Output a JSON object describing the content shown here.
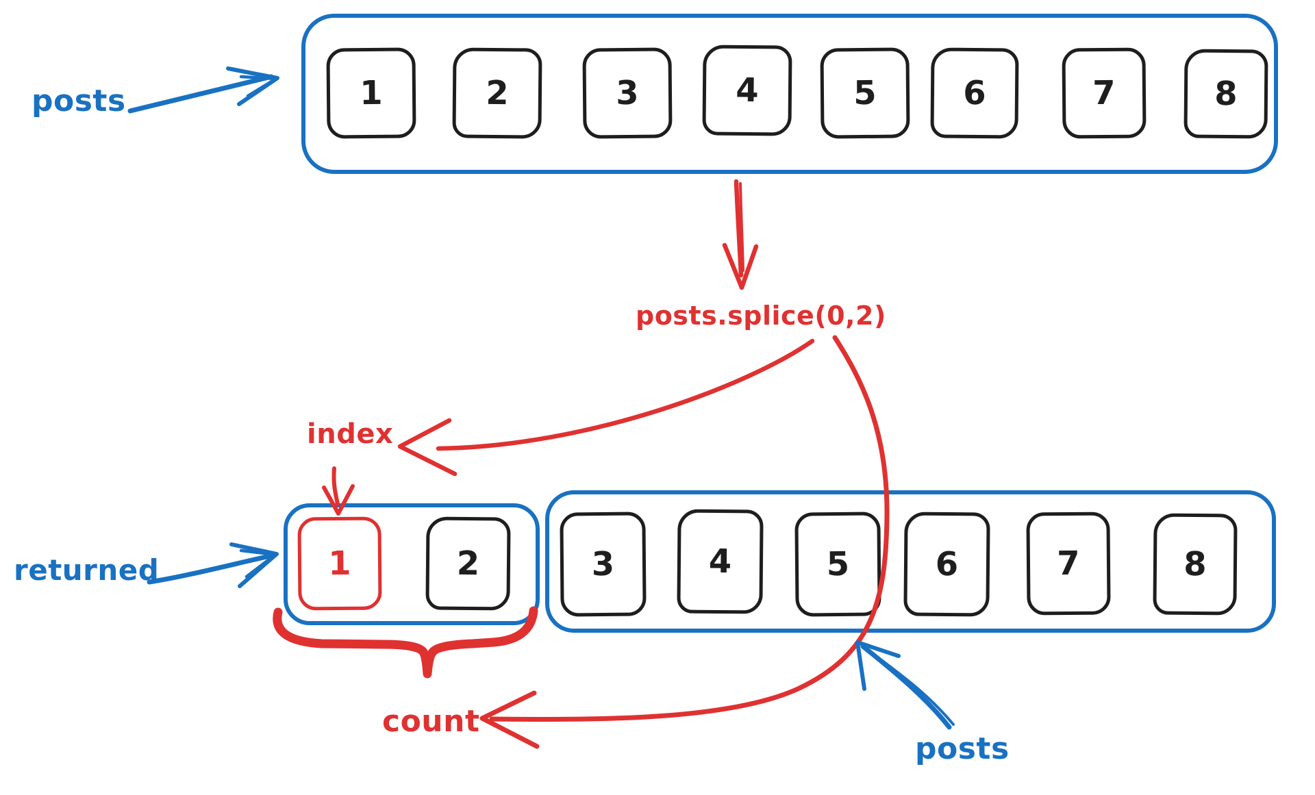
{
  "colors": {
    "blue": "#1971c2",
    "red": "#e03131",
    "dark": "#1e1e1e",
    "background": "#ffffff"
  },
  "labels": {
    "posts_top": "posts",
    "splice_call": "posts.splice(0,2)",
    "index": "index",
    "returned": "returned",
    "count": "count",
    "posts_bottom": "posts"
  },
  "arrays": {
    "posts_before": {
      "label": "posts",
      "items": [
        "1",
        "2",
        "3",
        "4",
        "5",
        "6",
        "7",
        "8"
      ]
    },
    "returned": {
      "label": "returned",
      "items": [
        "1",
        "2"
      ],
      "highlighted_item": "1"
    },
    "posts_after": {
      "label": "posts",
      "items": [
        "3",
        "4",
        "5",
        "6",
        "7",
        "8"
      ]
    }
  },
  "splice_arguments": {
    "index": "0",
    "count": "2"
  }
}
